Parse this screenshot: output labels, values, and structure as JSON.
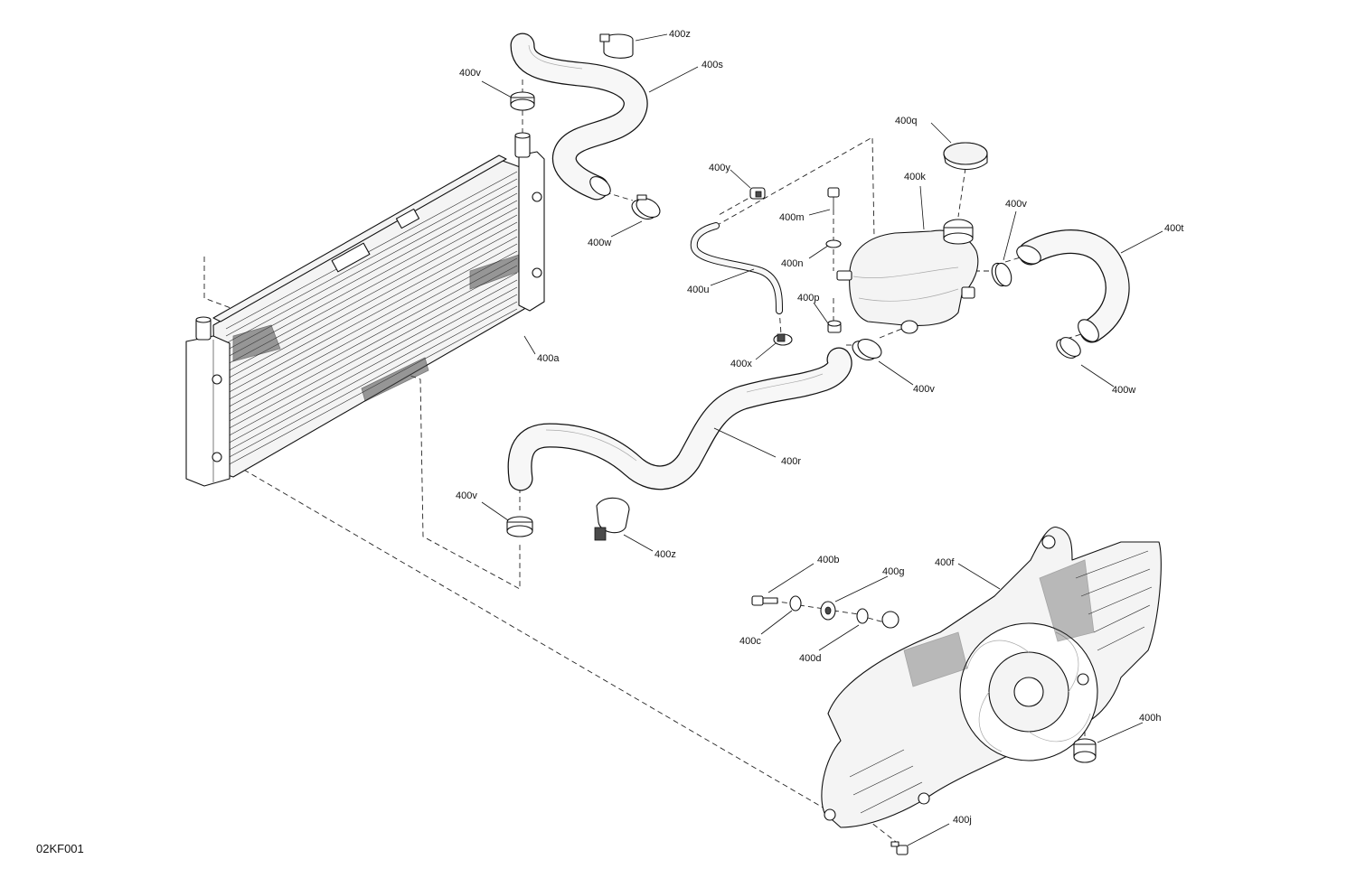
{
  "drawing_code": "02KF001",
  "callouts": {
    "a400a": "400a",
    "b400b": "400b",
    "c400c": "400c",
    "d400d": "400d",
    "f400f": "400f",
    "g400g": "400g",
    "h400h": "400h",
    "j400j": "400j",
    "k400k": "400k",
    "m400m": "400m",
    "n400n": "400n",
    "p400p": "400p",
    "q400q": "400q",
    "r400r": "400r",
    "s400s": "400s",
    "t400t": "400t",
    "u400u": "400u",
    "v1": "400v",
    "v2": "400v",
    "v3": "400v",
    "v4": "400v",
    "w1": "400w",
    "w2": "400w",
    "x400x": "400x",
    "y400y": "400y",
    "z1": "400z",
    "z2": "400z"
  },
  "colors": {
    "line": "#111111",
    "fill": "#f4f4f4",
    "shade": "#4a4a4a"
  }
}
